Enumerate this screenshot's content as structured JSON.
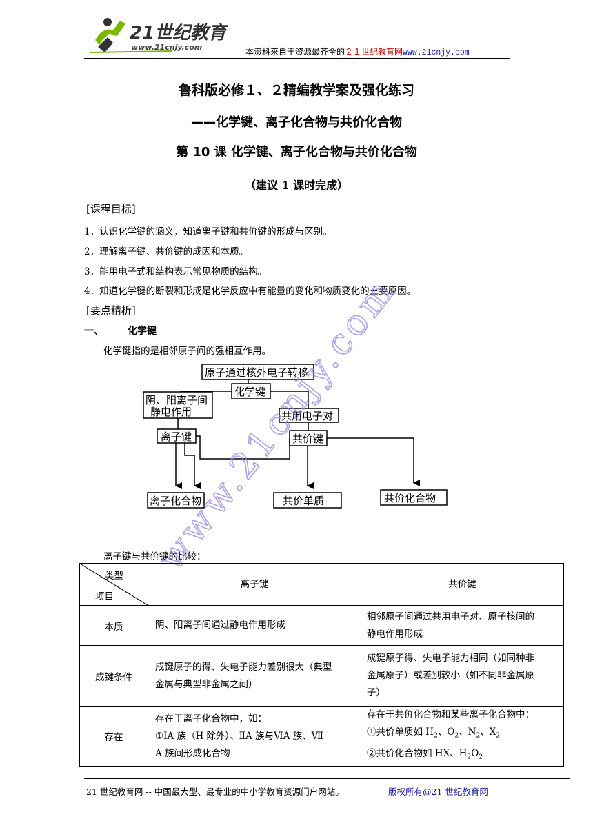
{
  "header": {
    "logo_text": "21世纪教育",
    "logo_url": "www.21cnjy.com",
    "note_prefix": "本资料来自于资源最齐全的",
    "note_site": "２１世纪教育网",
    "note_url": "www.21cnjy.com"
  },
  "titles": {
    "main": "鲁科版必修１、２精编教学案及强化练习",
    "sub": "——化学键、离子化合物与共价化合物",
    "lesson": "第 10 课  化学键、离子化合物与共价化合物",
    "note": "（建议 1 课时完成）"
  },
  "goals": {
    "heading": "[课程目标]",
    "items": [
      "1．认识化学键的涵义，知道离子键和共价键的形成与区别。",
      "2．理解离子键、共价键的成因和本质。",
      "3．能用电子式和结构表示常见物质的结构。",
      "4．知道化学键的断裂和形成是化学反应中有能量的变化和物质变化的主要原因。"
    ]
  },
  "points": {
    "heading": "[要点精析]",
    "section_num": "一、",
    "section_title": "化学键",
    "definition": "化学键指的是相邻原子间的强相互作用。"
  },
  "diagram": {
    "top": "原子通过核外电子转移",
    "bond": "化学键",
    "left_label_1": "阴、阳离子间",
    "left_label_2": "静电作用",
    "shared": "共用电子对",
    "ionic": "离子键",
    "covalent": "共价键",
    "out_ionic": "离子化合物",
    "out_element": "共价单质",
    "out_covalent": "共价化合物"
  },
  "table": {
    "caption": "离子键与共价键的比较：",
    "corner_top": "类型",
    "corner_bottom": "项目",
    "col_ionic": "离子键",
    "col_covalent": "共价键",
    "row1_label": "本质",
    "row1_ionic": "阴、阳离子间通过静电作用形成",
    "row1_cov_1": "相邻原子间通过共用电子对、原子核间的",
    "row1_cov_2": "静电作用形成",
    "row2_label": "成键条件",
    "row2_ionic_1": "成键原子的得、失电子能力差别很大（典型",
    "row2_ionic_2": "金属与典型非金属之间）",
    "row2_cov_1": "成键原子得、失电子能力相同（如同种非",
    "row2_cov_2": "金属原子）或差别较小（如不同非金属原",
    "row2_cov_3": "子）",
    "row3_label": "存在",
    "row3_ionic_1": "存在于离子化合物中，如：",
    "row3_ionic_2": "①ⅠA 族（H 除外）、ⅡA 族与ⅥA 族、Ⅶ",
    "row3_ionic_3": "A 族间形成化合物",
    "row3_cov_1": "存在于共价化合物和某些离子化合物中：",
    "row3_cov_2_prefix": "①共价单质如 H",
    "row3_cov_3_prefix": "②共价化合物如 HX、H"
  },
  "footer": {
    "left": "21 世纪教育网  --  中国最大型、最专业的中小学教育资源门户网站。",
    "right": "版权所有@21 世纪教育网"
  },
  "watermark": "www.21cnjy.com"
}
